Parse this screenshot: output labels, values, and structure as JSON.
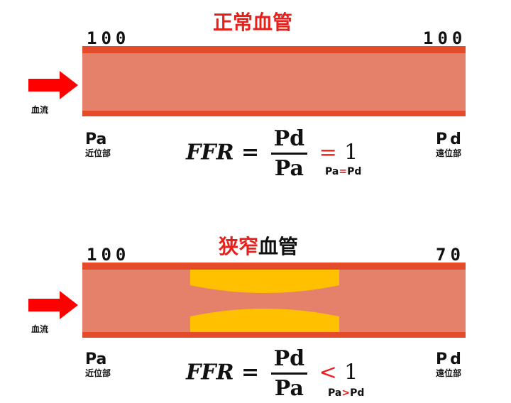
{
  "normal": {
    "title": "正常血管",
    "pressure_left": "100",
    "pressure_right": "100",
    "flow_label": "血流",
    "left_label": "Pa",
    "left_sub": "近位部",
    "right_label": "Pd",
    "right_sub": "遠位部",
    "formula": {
      "lhs": "FFR",
      "eq": "=",
      "num": "Pd",
      "den": "Pa",
      "rel": "=",
      "value": "1"
    },
    "note": {
      "a": "Pa",
      "op": "=",
      "b": "Pd"
    }
  },
  "stenosis": {
    "title_red": "狭窄",
    "title_black": "血管",
    "pressure_left": "100",
    "pressure_right": "70",
    "flow_label": "血流",
    "left_label": "Pa",
    "left_sub": "近位部",
    "right_label": "Pd",
    "right_sub": "遠位部",
    "formula": {
      "lhs": "FFR",
      "eq": "=",
      "num": "Pd",
      "den": "Pa",
      "rel": "<",
      "value": "1"
    },
    "note": {
      "a": "Pa",
      "op": ">",
      "b": "Pd"
    }
  },
  "colors": {
    "vessel_wall": "#e34b2a",
    "vessel_lumen": "#e5806b",
    "plaque": "#ffc000",
    "arrow": "#ff0000",
    "accent_red": "#e8201c"
  },
  "icons": {
    "flow_arrow": "right-arrow-icon"
  }
}
